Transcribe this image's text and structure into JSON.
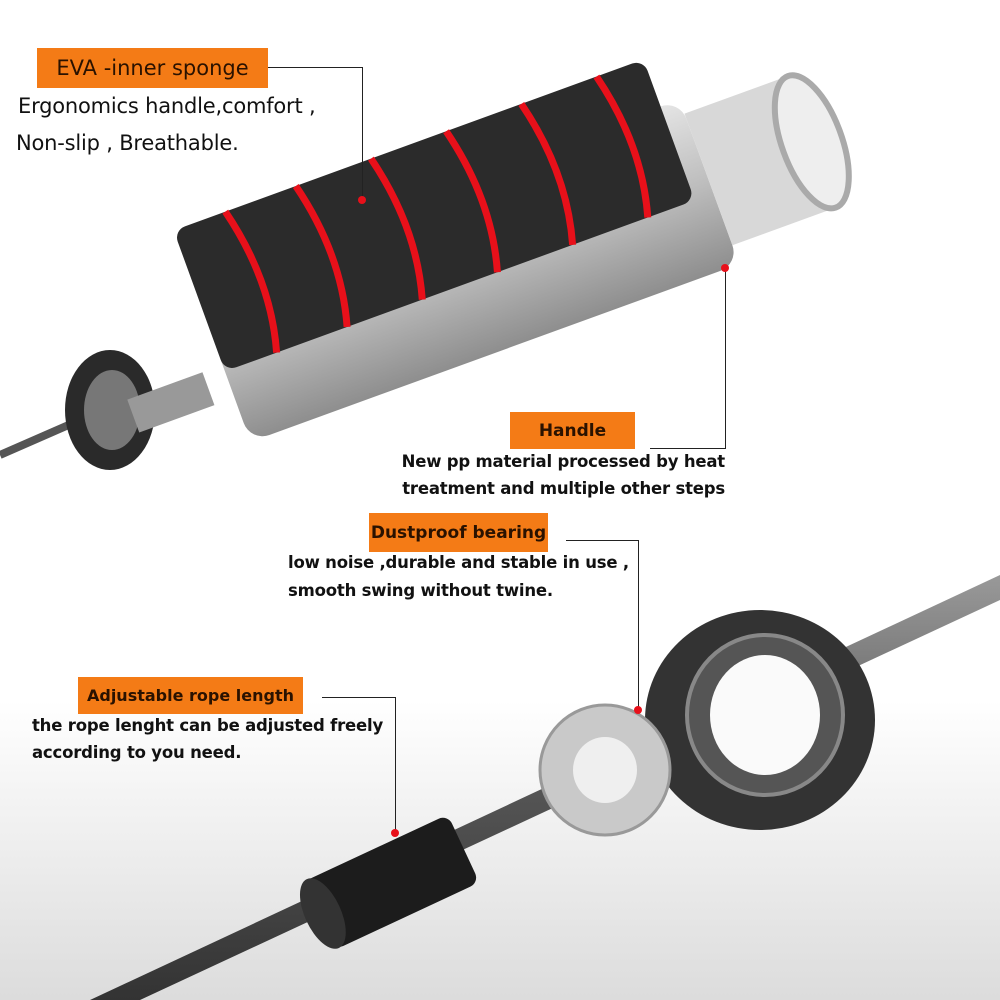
{
  "callouts": {
    "eva": {
      "title": "EVA -inner sponge",
      "lines": [
        "Ergonomics handle,comfort ,",
        " Non-slip , Breathable."
      ]
    },
    "handle": {
      "title": "Handle",
      "lines": [
        "New pp material processed by heat",
        "treatment and multiple other steps"
      ]
    },
    "bearing": {
      "title": "Dustproof bearing",
      "lines": [
        "low noise ,durable and stable in use ,",
        "smooth swing without twine."
      ]
    },
    "rope": {
      "title": "Adjustable rope length",
      "lines": [
        "the rope lenght can be adjusted freely",
        "according to you need."
      ]
    }
  },
  "colors": {
    "tag": "#f47b16",
    "stripe": "#e8101a",
    "foam": "#222222",
    "metal": "#b8b8b8"
  }
}
